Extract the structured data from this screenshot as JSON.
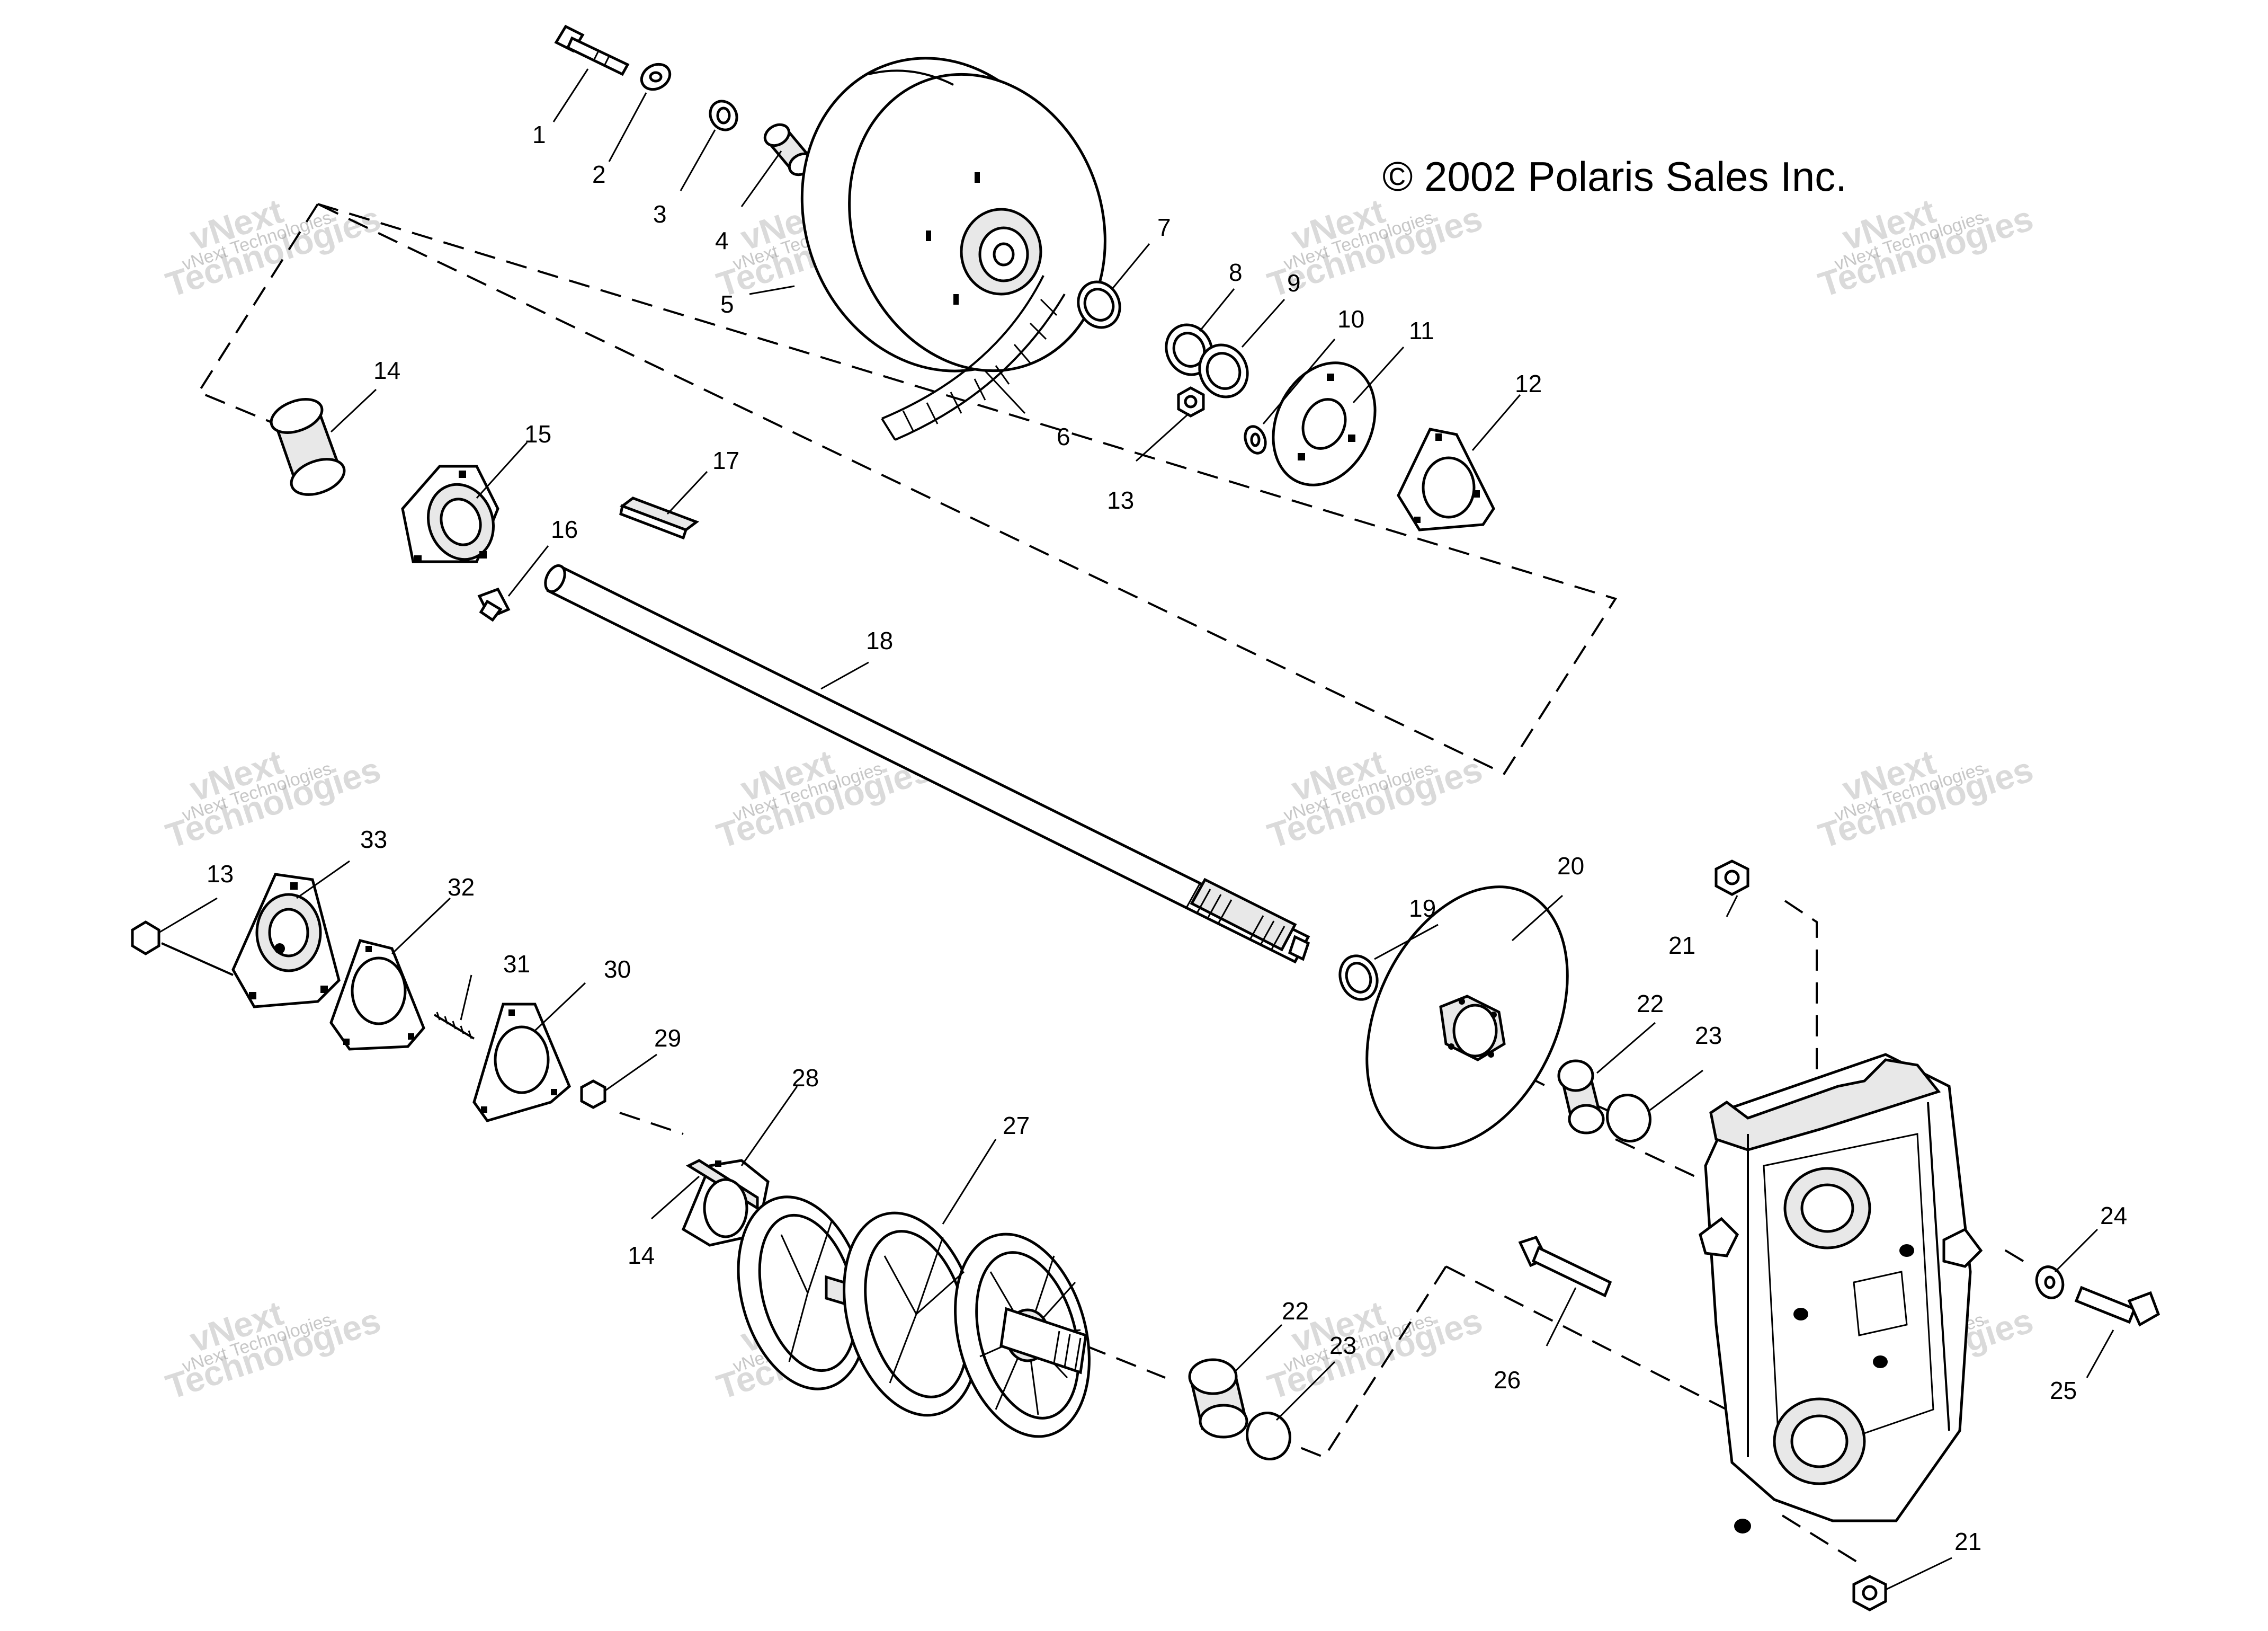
{
  "copyright": "© 2002 Polaris Sales Inc.",
  "watermark": {
    "line1": "vNext Technologies",
    "big1": "vNext",
    "big2": "Technologies"
  },
  "labels": {
    "p1": "1",
    "p2": "2",
    "p3": "3",
    "p4": "4",
    "p5": "5",
    "p6": "6",
    "p7": "7",
    "p8": "8",
    "p9": "9",
    "p10": "10",
    "p11": "11",
    "p12": "12",
    "p13a": "13",
    "p13b": "13",
    "p14a": "14",
    "p14b": "14",
    "p15": "15",
    "p16": "16",
    "p17": "17",
    "p18": "18",
    "p19": "19",
    "p20": "20",
    "p21a": "21",
    "p21b": "21",
    "p22a": "22",
    "p22b": "22",
    "p23a": "23",
    "p23b": "23",
    "p24": "24",
    "p25": "25",
    "p26": "26",
    "p27": "27",
    "p28": "28",
    "p29": "29",
    "p30": "30",
    "p31": "31",
    "p32": "32",
    "p33": "33"
  },
  "colors": {
    "line": "#000000",
    "background": "#ffffff",
    "watermark": "#9a9a9a"
  }
}
